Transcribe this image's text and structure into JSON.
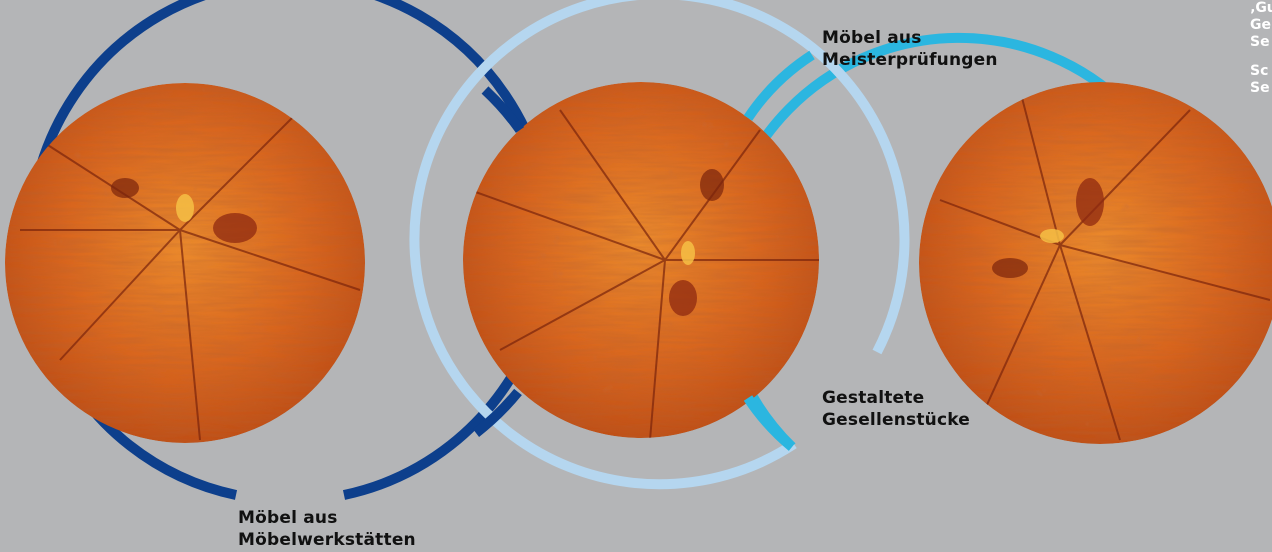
{
  "colors": {
    "background": "#b4b5b7",
    "ring_dark_blue": "#0d3f8c",
    "ring_light_blue": "#b5d6ef",
    "ring_cyan": "#2bb6e0",
    "wood_base": "#d9661e",
    "wood_dark": "#8f2a10",
    "wood_light": "#f3a543"
  },
  "labels": {
    "werkstaetten": {
      "line1": "Möbel aus",
      "line2": "Möbelwerkstätten"
    },
    "meister": {
      "line1": "Möbel aus",
      "line2": "Meisterprüfungen"
    },
    "gesellen": {
      "line1": "Gestaltete",
      "line2": "Gesellenstücke"
    }
  },
  "side_text": {
    "line1": "‚Gu",
    "line2": "Ge",
    "line3": "Se",
    "line4": "Sc",
    "line5": "Se"
  },
  "icons": [
    "wood-cross-section-1",
    "wood-cross-section-2",
    "wood-cross-section-3"
  ]
}
